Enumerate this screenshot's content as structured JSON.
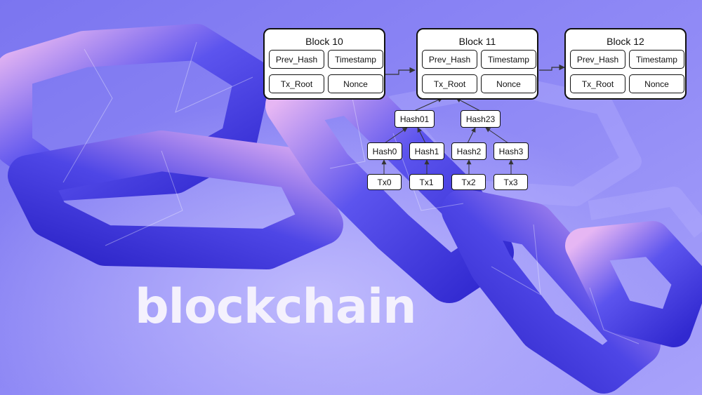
{
  "colors": {
    "background": "#8a84f4",
    "chain_dark": "#3a32d6",
    "chain_mid": "#5a52ec",
    "chain_highlight": "#e3b3f2",
    "box_fill": "#ffffff",
    "box_stroke": "#111111",
    "wordmark": "#f4f1fd"
  },
  "blocks": [
    {
      "title": "Block 10",
      "fields": [
        "Prev_Hash",
        "Timestamp",
        "Tx_Root",
        "Nonce"
      ]
    },
    {
      "title": "Block 11",
      "fields": [
        "Prev_Hash",
        "Timestamp",
        "Tx_Root",
        "Nonce"
      ]
    },
    {
      "title": "Block 12",
      "fields": [
        "Prev_Hash",
        "Timestamp",
        "Tx_Root",
        "Nonce"
      ]
    }
  ],
  "merkle": {
    "level1": [
      "Hash01",
      "Hash23"
    ],
    "level2": [
      "Hash0",
      "Hash1",
      "Hash2",
      "Hash3"
    ],
    "transactions": [
      "Tx0",
      "Tx1",
      "Tx2",
      "Tx3"
    ]
  },
  "wordmark": "blockchain"
}
